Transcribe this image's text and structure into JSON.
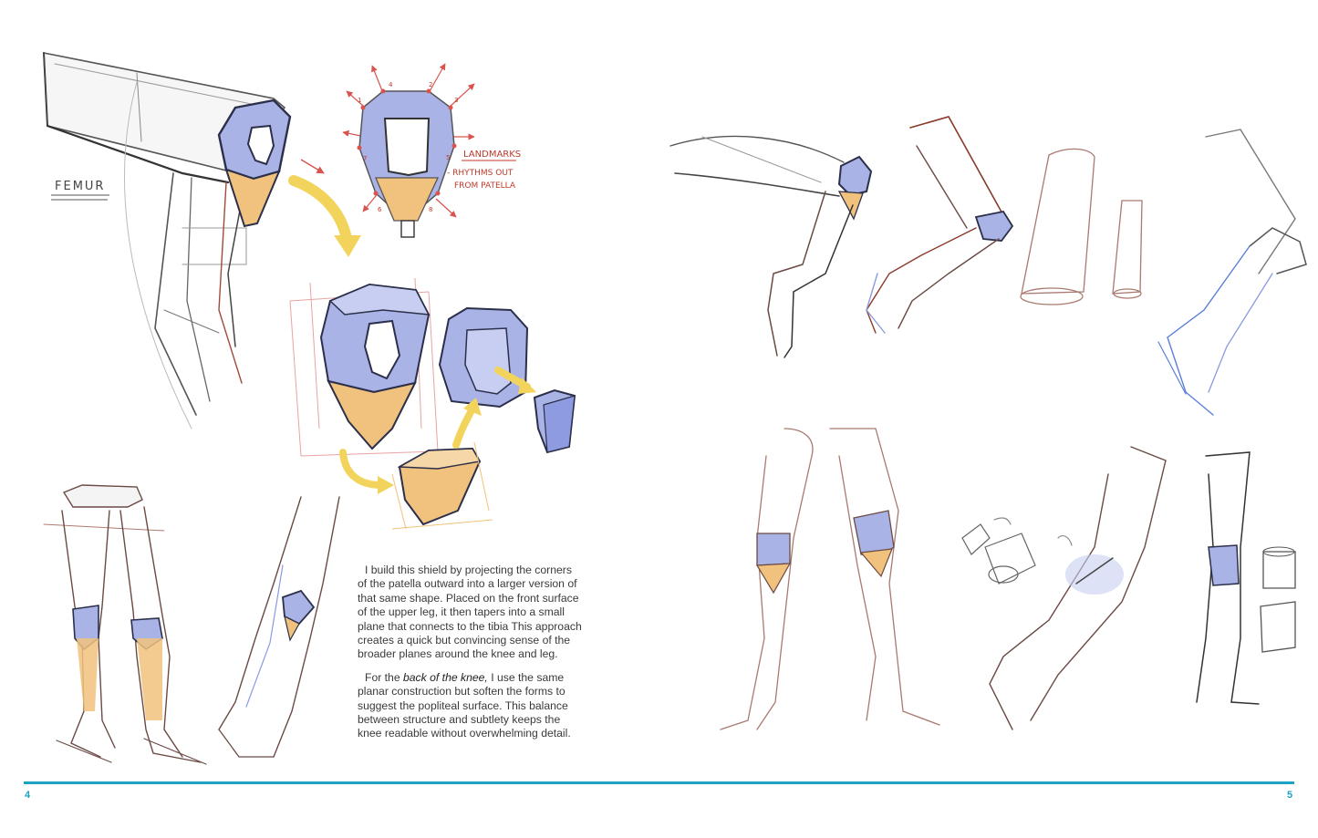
{
  "labels": {
    "femur": "FEMUR",
    "landmarks": "LANDMARKS",
    "rhythms_1": "- RHYTHMS OUT",
    "rhythms_2": "FROM PATELLA",
    "num_1": "1",
    "num_2": "2",
    "num_3": "3",
    "num_4": "4",
    "num_5": "5",
    "num_6": "6",
    "num_7": "7",
    "num_8": "8"
  },
  "text": {
    "para1": "I build this shield by projecting the corners of the patella outward into a larger version of that same shape. Placed on the front surface of the upper leg, it then tapers into a small plane that connects to the tibia This approach creates a quick but convincing sense of the broader planes around the knee and leg.",
    "para2_before": "For the ",
    "para2_em": "back of the knee,",
    "para2_after": " I use the same planar construction but soften the forms to suggest the popliteal surface. This balance between structure and subtlety keeps the knee readable without overwhelming detail."
  },
  "footer": {
    "left_page": "4",
    "right_page": "5"
  },
  "colors": {
    "accent": "#1fa2c2",
    "shield_blue": "#a9b3e6",
    "shield_orange": "#f1c27d",
    "arrow_yellow": "#f2d45c",
    "annotation_red": "#c0392b"
  }
}
